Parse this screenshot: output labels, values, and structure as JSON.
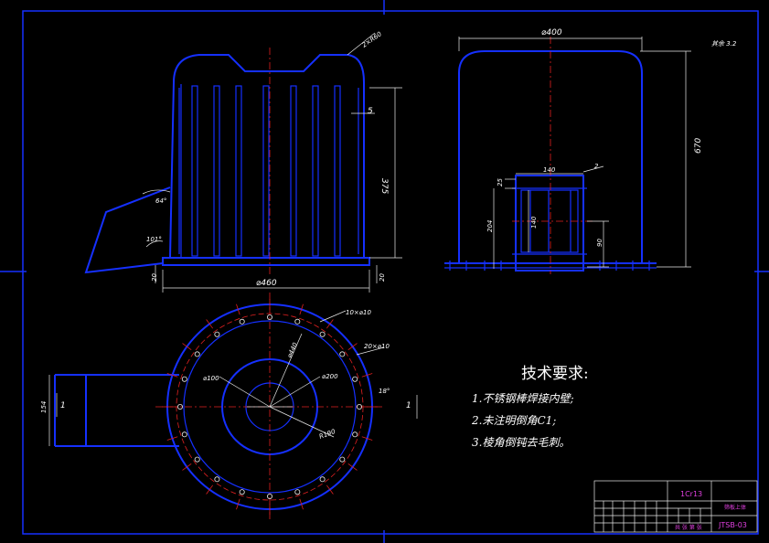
{
  "drawing": {
    "corner_note": "其余 3.2",
    "front_view": {
      "dim_outer_dia": "⌀460",
      "dim_height": "375",
      "dim_slot": "5",
      "dim_top_radius": "2×R60",
      "dim_angle_top": "64°",
      "dim_angle_bottom": "101°",
      "dim_base_left": "20",
      "dim_base_right": "20"
    },
    "side_view": {
      "dim_outer_dia": "⌀400",
      "dim_total_height": "670",
      "dim_inner_width": "140",
      "dim_wall": "2",
      "dim_flange": "25",
      "dim_inner_height": "204",
      "dim_inner_height2": "140",
      "dim_bottom": "90"
    },
    "top_view": {
      "dim_holes_outer": "10×⌀10",
      "dim_holes_inner": "20×⌀10",
      "dim_dia_440": "⌀440",
      "dim_dia_100": "⌀100",
      "dim_dia_200": "⌀200",
      "dim_radius": "R190",
      "dim_angle": "18°",
      "dim_inlet": "154",
      "section_left": "1",
      "section_right": "1"
    },
    "requirements": {
      "title": "技术要求:",
      "items": [
        "1.不锈钢棒焊接内壁;",
        "2.未注明倒角C1;",
        "3.棱角倒钝去毛刺。"
      ]
    },
    "title_block": {
      "material": "1Cr13",
      "part_name": "筛板上体",
      "drawing_no": "JTSB-03",
      "scale_note": "共 张 第 张"
    }
  },
  "colors": {
    "outline": "#1530ff",
    "centerline": "#e02020",
    "dimension": "#e8e8e8",
    "title_block_text": "#e040e0"
  }
}
